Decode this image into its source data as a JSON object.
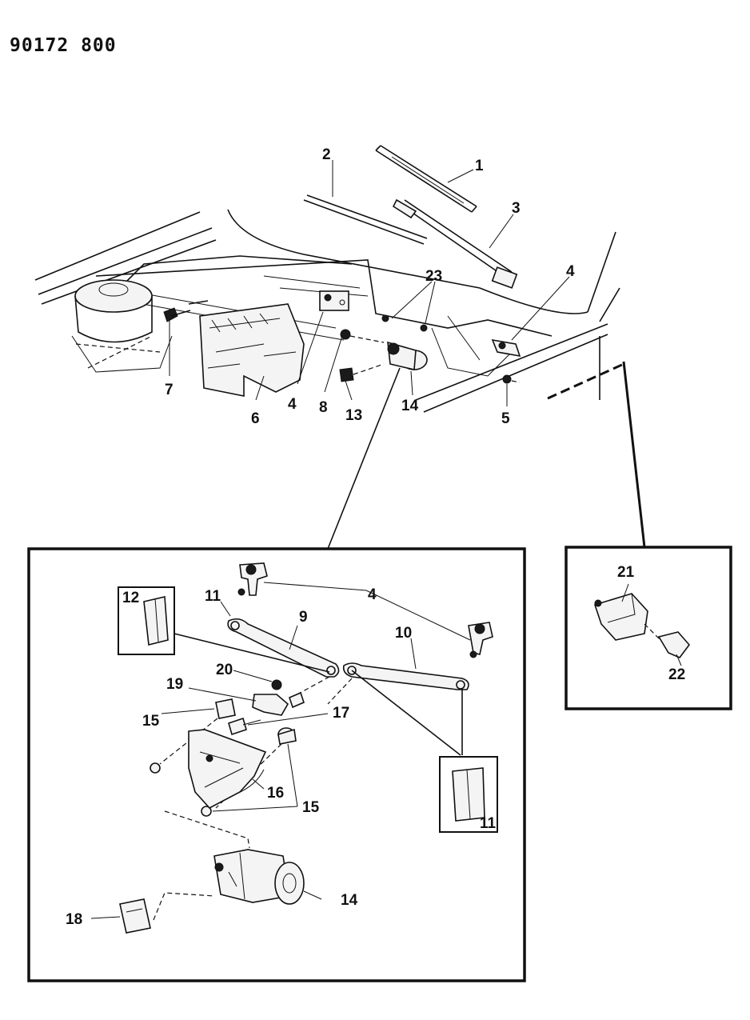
{
  "header": {
    "doc_id": "90172 800"
  },
  "callouts": {
    "c1": "1",
    "c2": "2",
    "c3": "3",
    "c4a": "4",
    "c23": "23",
    "c4b": "4",
    "c8": "8",
    "c13": "13",
    "c14a": "14",
    "c5": "5",
    "c7": "7",
    "c6": "6",
    "c12": "12",
    "c11a": "11",
    "c9": "9",
    "c4c": "4",
    "c10": "10",
    "c20": "20",
    "c19": "19",
    "c15a": "15",
    "c17": "17",
    "c16": "16",
    "c15b": "15",
    "c11b": "11",
    "c14b": "14",
    "c18": "18",
    "c21": "21",
    "c22": "22"
  }
}
